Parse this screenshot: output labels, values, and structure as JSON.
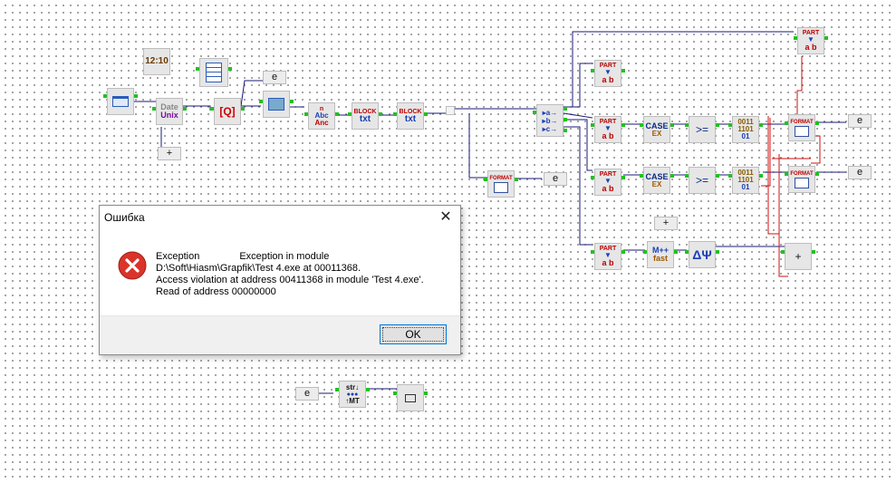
{
  "canvas": {
    "e_label": "e",
    "plus_label": "+",
    "clock_text": "12:10",
    "date_block": {
      "top": "Date",
      "bottom": "Unix"
    },
    "abc_block": {
      "n": "n",
      "top": "Abc",
      "bottom": "Anc"
    },
    "block_label": "BLOCK",
    "block_glyph": "txt",
    "part_label": "PART",
    "part_ab": "a b",
    "format_label": "FORMAT",
    "case_block": {
      "top": "CASE",
      "bottom": "EX"
    },
    "ge_label": ">=",
    "bin_block": {
      "l1": "0011",
      "l2": "1101",
      "l3": "01"
    },
    "fast_block": {
      "top": "M++",
      "bottom": "fast"
    },
    "delta_label": "ΔΨ",
    "str_block": {
      "top": "str↓",
      "mid": "●●●",
      "bottom": "↑MT"
    },
    "colors": {
      "wire_blue": "#1a1a7a",
      "wire_red": "#d01010",
      "pin_green": "#22c022"
    }
  },
  "dialog": {
    "title": "Ошибка",
    "line1_a": "Exception",
    "line1_b": "Exception in module",
    "line2": "D:\\Soft\\Hiasm\\Grapfik\\Test 4.exe at 00011368.",
    "line3": "Access violation at address 00411368 in module 'Test 4.exe'.",
    "line4": "Read of address 00000000",
    "ok_label": "OK",
    "icon": "error-icon"
  }
}
